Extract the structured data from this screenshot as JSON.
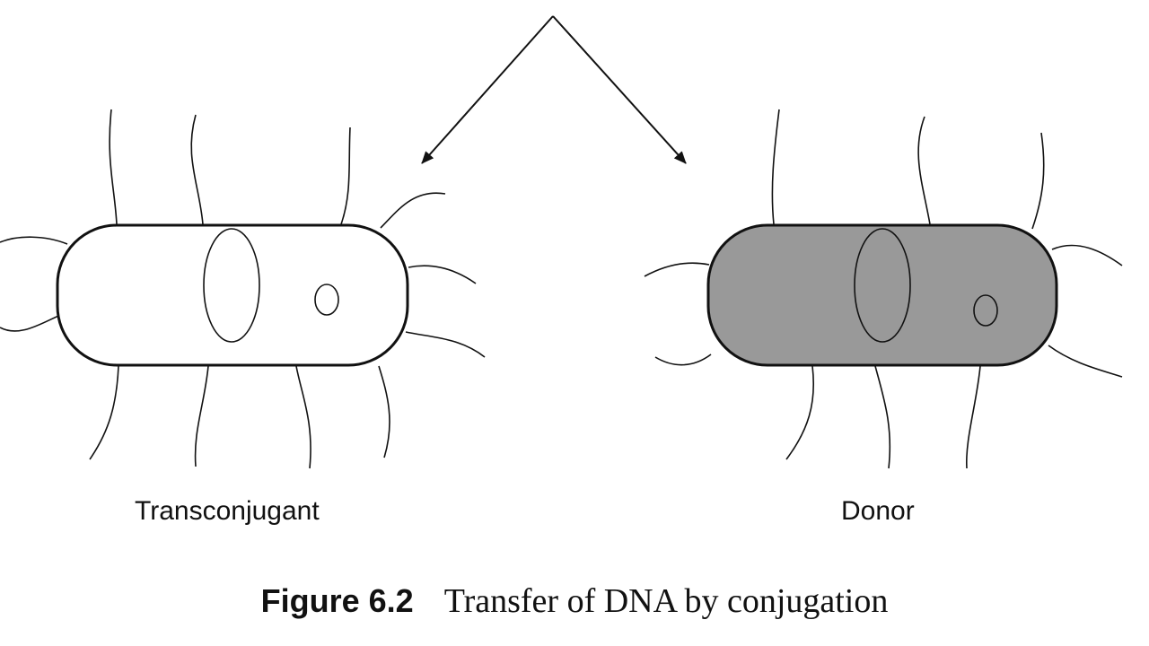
{
  "diagram": {
    "left_cell": {
      "label": "Transconjugant",
      "fill": "#ffffff"
    },
    "right_cell": {
      "label": "Donor",
      "fill": "#999999"
    }
  },
  "caption": {
    "number": "Figure 6.2",
    "text": "Transfer of DNA by conjugation"
  }
}
